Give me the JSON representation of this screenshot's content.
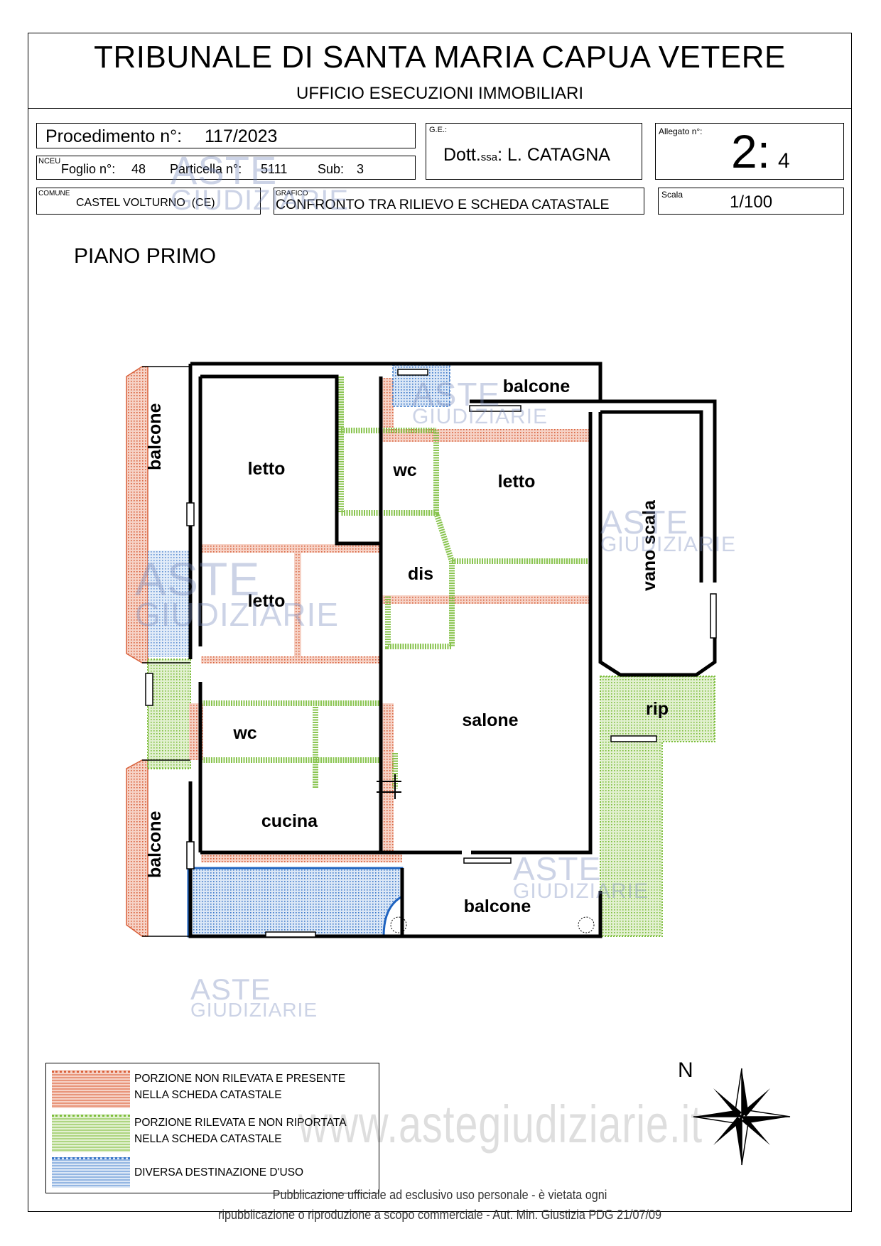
{
  "header": {
    "title": "TRIBUNALE DI SANTA MARIA CAPUA VETERE",
    "subtitle": "UFFICIO ESECUZIONI IMMOBILIARI"
  },
  "procedimento": {
    "label": "Procedimento n°:",
    "value": "117/2023"
  },
  "nceu": {
    "tag": "NCEU",
    "foglio_label": "Foglio n°:",
    "foglio": "48",
    "particella_label": "Particella n°:",
    "particella": "5111",
    "sub_label": "Sub:",
    "sub": "3"
  },
  "ge": {
    "tag": "G.E.:",
    "prefix": "Dott.",
    "prefix_small": "ssa",
    "name": ": L. CATAGNA"
  },
  "allegato": {
    "tag": "Allegato n°:",
    "main": "2:",
    "sub": "4"
  },
  "comune": {
    "tag": "COMUNE",
    "value": "CASTEL VOLTURNO  (CE)"
  },
  "grafico": {
    "tag": "GRAFICO",
    "value": "CONFRONTO TRA RILIEVO E SCHEDA CATASTALE"
  },
  "scala": {
    "tag": "Scala",
    "value": "1/100"
  },
  "plan": {
    "floor": "PIANO PRIMO",
    "rooms": {
      "balcone_top": "balcone",
      "balcone_left_top": "balcone",
      "balcone_left_bottom": "balcone",
      "balcone_bottom": "balcone",
      "letto_1": "letto",
      "letto_2": "letto",
      "letto_3": "letto",
      "wc_1": "wc",
      "wc_2": "wc",
      "dis": "dis",
      "vano_scala": "vano scala",
      "salone": "salone",
      "rip": "rip",
      "cucina": "cucina"
    },
    "compass": "N"
  },
  "watermark": {
    "aste": "ASTE",
    "giudiziarie": "GIUDIZIARIE",
    "site": "www.astegiudiziarie.it"
  },
  "legend": {
    "items": [
      {
        "line1": "PORZIONE NON RILEVATA E PRESENTE",
        "line2": "NELLA SCHEDA CATASTALE",
        "color": "#d9603a"
      },
      {
        "line1": "PORZIONE RILEVATA E NON RIPORTATA",
        "line2": "NELLA SCHEDA CATASTALE",
        "color": "#7dbe3c"
      },
      {
        "line1": "DIVERSA DESTINAZIONE D'USO",
        "line2": "",
        "color": "#3b78c9"
      }
    ]
  },
  "footer": {
    "line1": "Pubblicazione ufficiale ad esclusivo uso personale - è vietata ogni",
    "line2": "ripubblicazione o riproduzione a scopo commerciale - Aut. Min. Giustizia PDG 21/07/09"
  }
}
